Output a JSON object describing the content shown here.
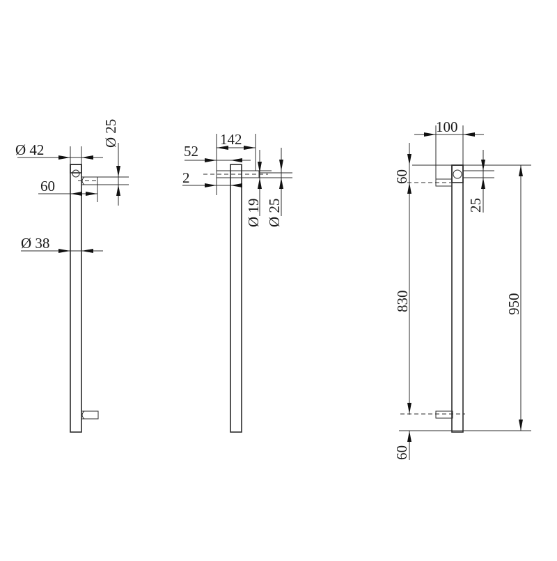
{
  "drawing": {
    "title": "Heated towel rail - dimension drawing",
    "line_color": "#2b2b2b",
    "background": "#ffffff",
    "views": [
      {
        "name": "side-view",
        "dims": {
          "d42": "Ø 42",
          "d25": "Ø 25",
          "d60": "60",
          "d38": "Ø 38"
        }
      },
      {
        "name": "front-view",
        "dims": {
          "d52": "52",
          "d142": "142",
          "d2": "2",
          "d19": "Ø 19",
          "d25": "Ø 25"
        }
      },
      {
        "name": "rear-view",
        "dims": {
          "d100": "100",
          "d60top": "60",
          "d25": "25",
          "d830": "830",
          "d950": "950",
          "d60bottom": "60"
        }
      }
    ]
  }
}
